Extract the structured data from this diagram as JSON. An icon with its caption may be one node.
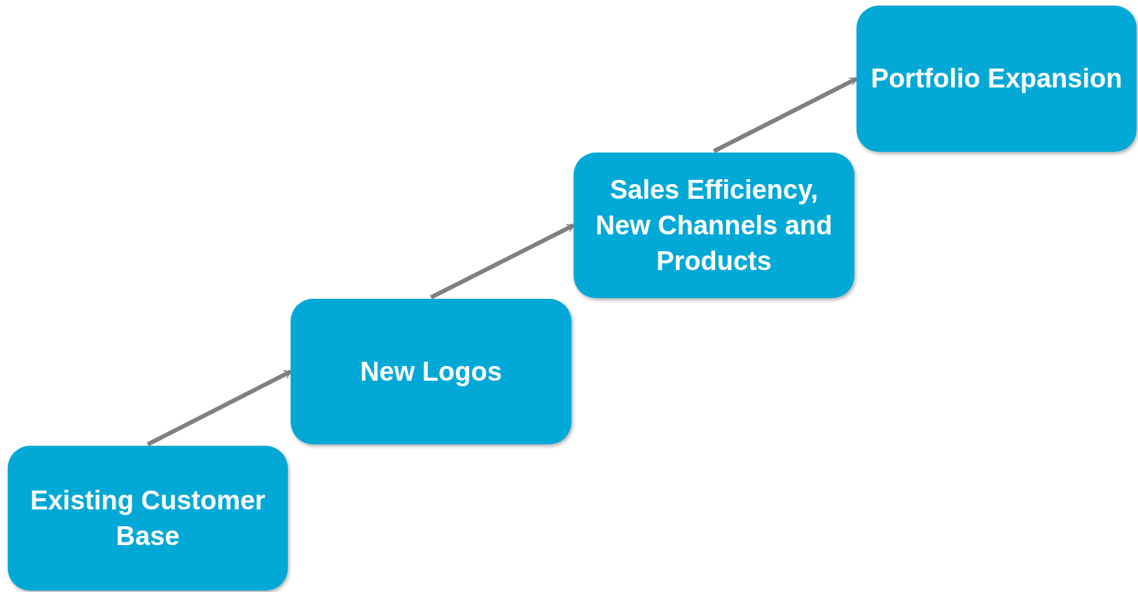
{
  "diagram": {
    "nodes": [
      {
        "text": [
          "Existing Customer Base"
        ]
      },
      {
        "text": [
          "New Logos"
        ]
      },
      {
        "text": [
          "Sales Efficiency, New Channels and Products"
        ]
      },
      {
        "text": [
          "Portfolio Expansion"
        ]
      }
    ],
    "edges": [
      {
        "from": 0,
        "to": 1,
        "arrow": "to"
      },
      {
        "from": 1,
        "to": 2,
        "arrow": "to"
      },
      {
        "from": 2,
        "to": 3,
        "arrow": "to"
      }
    ]
  }
}
